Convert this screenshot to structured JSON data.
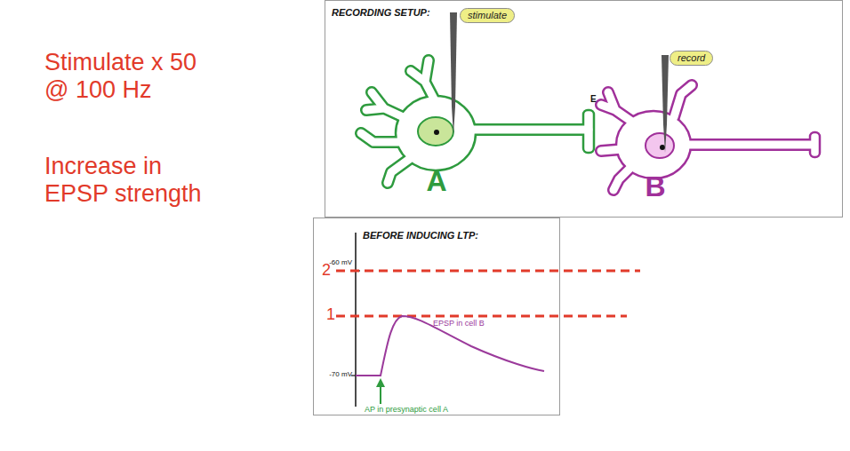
{
  "diagram": {
    "nodes": [
      {
        "text": [
          "RECORDING SETUP:"
        ]
      },
      {
        "text": [
          "stimulate"
        ],
        "in": 0
      },
      {
        "text": [
          "A"
        ],
        "in": 0
      },
      {
        "text": [
          "record"
        ],
        "in": 0
      },
      {
        "text": [
          "B"
        ],
        "in": 0
      },
      {
        "text": [
          "BEFORE INDUCING LTP:"
        ]
      }
    ],
    "labels": [
      "Stimulate x 50 @ 100 Hz",
      "Increase in EPSP strength",
      "E",
      "-60 mV",
      "-70 mV",
      "2",
      "1",
      "EPSP in cell B",
      "AP in presynaptic cell A"
    ]
  }
}
